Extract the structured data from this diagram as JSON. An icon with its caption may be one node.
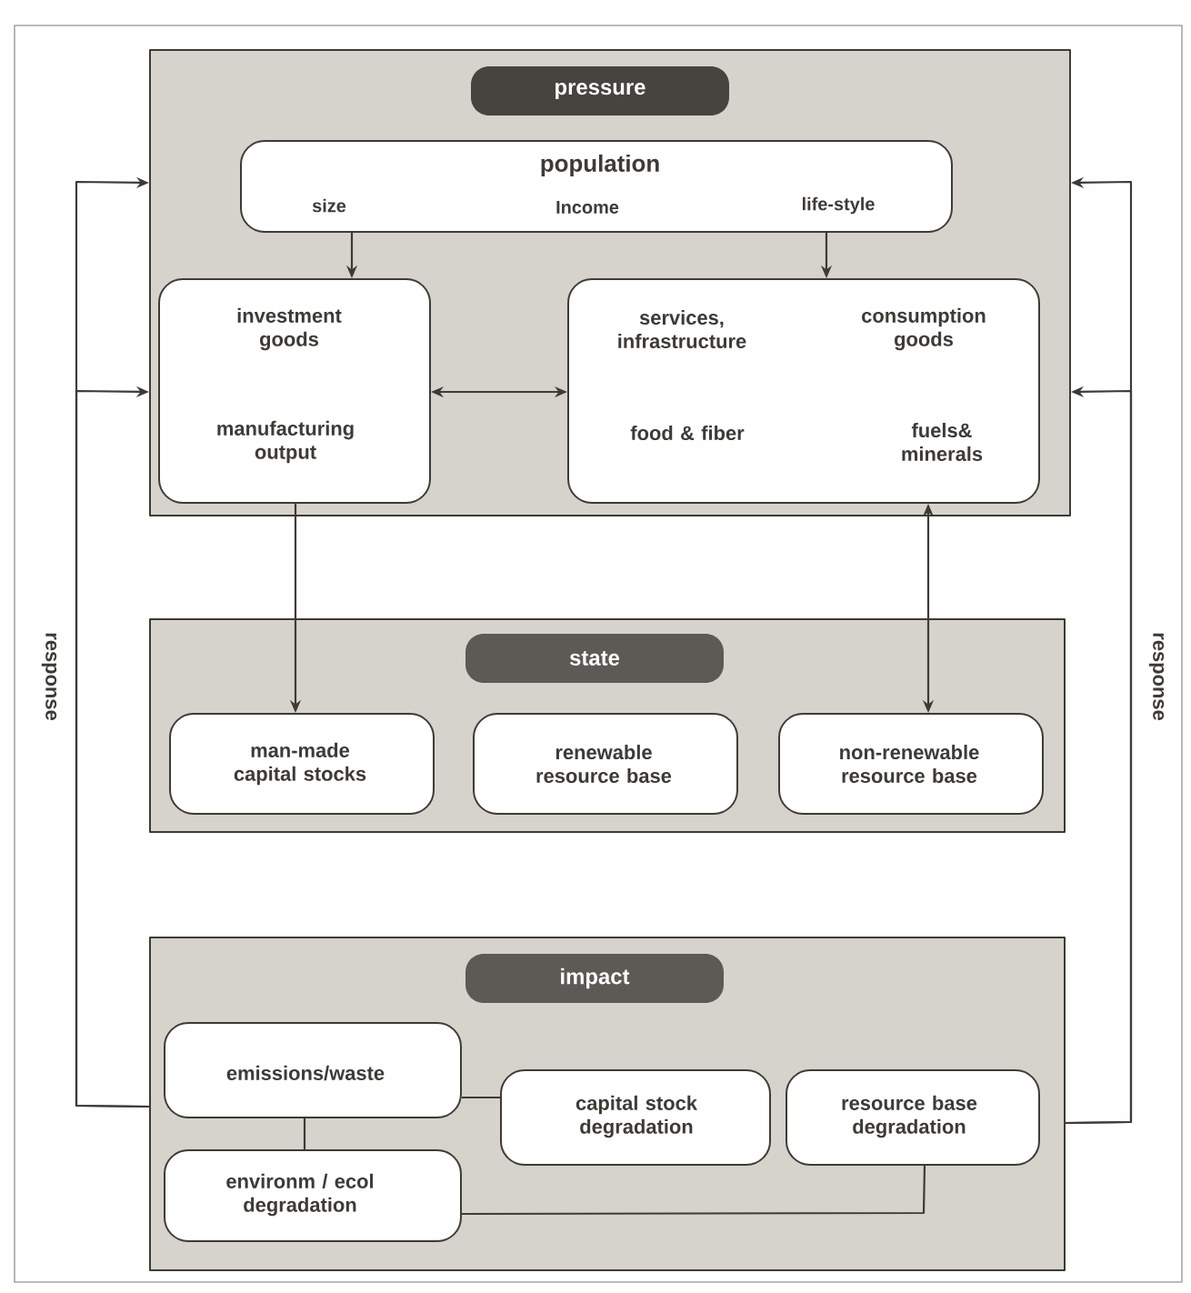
{
  "diagram": {
    "nodes": [
      {
        "text": [
          "pressure"
        ]
      },
      {
        "text": [
          "population",
          "size",
          "Income",
          "life-style"
        ],
        "in": 0
      },
      {
        "text": [
          "investment goods",
          "manufacturing output"
        ],
        "in": 0
      },
      {
        "text": [
          "services, infrastructure",
          "consumption goods",
          "food & fiber",
          "fuels& minerals"
        ],
        "in": 0
      },
      {
        "text": [
          "state"
        ]
      },
      {
        "text": [
          "man-made capital stocks"
        ],
        "in": 4
      },
      {
        "text": [
          "renewable resource base"
        ],
        "in": 4
      },
      {
        "text": [
          "non-renewable resource base"
        ],
        "in": 4
      },
      {
        "text": [
          "impact"
        ]
      },
      {
        "text": [
          "emissions/waste"
        ],
        "in": 8
      },
      {
        "text": [
          "capital stock degradation"
        ],
        "in": 8
      },
      {
        "text": [
          "resource base degradation"
        ],
        "in": 8
      },
      {
        "text": [
          "environm / ecol degradation"
        ],
        "in": 8
      }
    ],
    "edges": [
      {
        "from": 1,
        "to": 2,
        "arrow": "to"
      },
      {
        "from": 1,
        "to": 3,
        "arrow": "to"
      },
      {
        "from": 2,
        "to": 3,
        "arrow": "both"
      },
      {
        "from": 2,
        "to": 5,
        "arrow": "to"
      },
      {
        "from": 3,
        "to": 7,
        "arrow": "both"
      },
      {
        "from": 8,
        "to": 0,
        "arrow": "to",
        "label": "response"
      },
      {
        "from": 8,
        "to": 0,
        "arrow": "to"
      },
      {
        "from": 8,
        "to": 0,
        "arrow": "to",
        "label": "response"
      },
      {
        "from": 8,
        "to": 0,
        "arrow": "to"
      },
      {
        "from": 9,
        "to": 10,
        "arrow": "none"
      },
      {
        "from": 9,
        "to": 12,
        "arrow": "none"
      },
      {
        "from": 12,
        "to": 11,
        "arrow": "none"
      }
    ]
  }
}
